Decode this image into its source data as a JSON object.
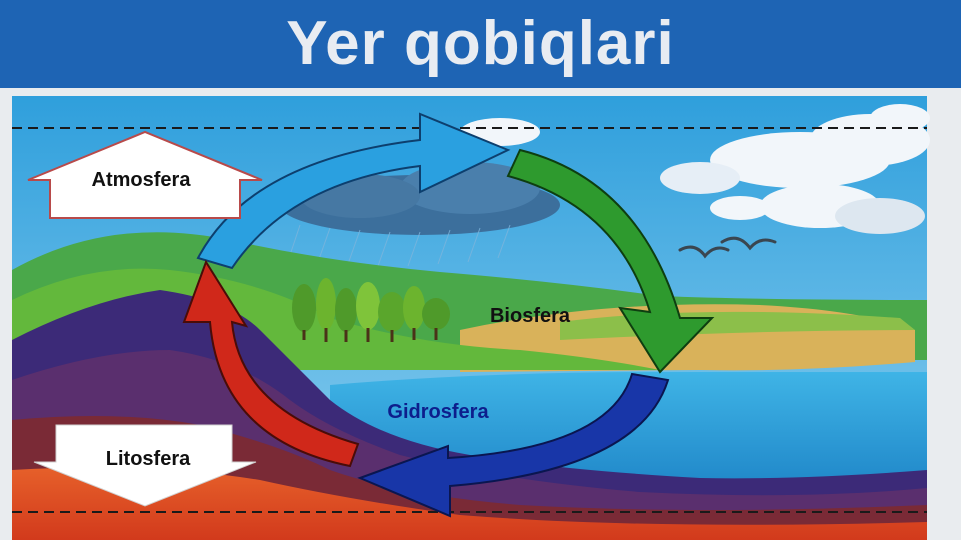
{
  "title": "Yer qobiqlari",
  "labels": {
    "atmosphere": "Atmosfera",
    "biosphere": "Biosfera",
    "hydrosphere": "Gidrosfera",
    "lithosphere": "Litosfera"
  },
  "colors": {
    "header": "#1e64b4",
    "arrow_atmosphere": "#2aa0e0",
    "arrow_biosphere": "#2e9a2e",
    "arrow_hydrosphere": "#1836a8",
    "arrow_lithosphere": "#d0281a"
  }
}
